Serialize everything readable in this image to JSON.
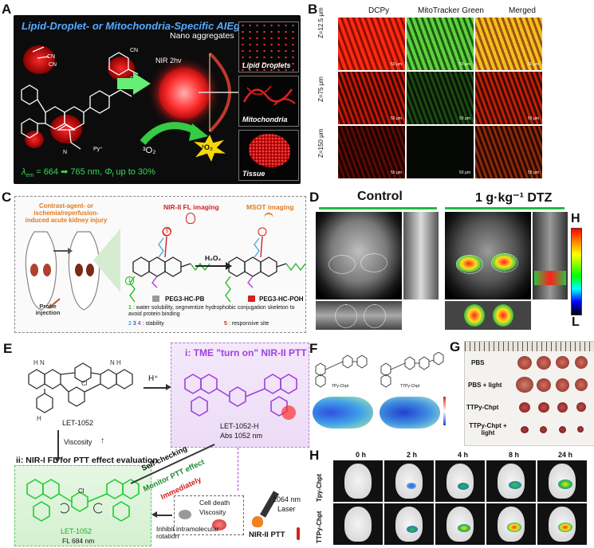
{
  "panels": {
    "A": {
      "label": "A",
      "title": "Lipid-Droplet- or Mitochondria-Specific AIEgens",
      "nano": "Nano aggregates",
      "nir": "NIR 2hv",
      "insets": [
        "Lipid Droplets",
        "Mitochondria",
        "Tissue"
      ],
      "o2": "³O₂",
      "singlet": "¹O₂",
      "lambda_prefix": "λ",
      "lambda_sub": "em",
      "lambda_text": " = 664 ➡ 765 nm, ",
      "phi_prefix": "Φ",
      "phi_sub": "f",
      "phi_text": " up to 30%"
    },
    "B": {
      "label": "B",
      "columns": [
        "DCPy",
        "MitoTracker Green",
        "Merged"
      ],
      "rows": [
        "Z=12.5 μm",
        "Z=75 μm",
        "Z=150 μm"
      ],
      "scale": "50 μm"
    },
    "C": {
      "label": "C",
      "top_text": "Contrast-agent- or ischemia/reperfusion-induced acute kidney injury",
      "nir_imaging": "NIR-II FL imaging",
      "msot_imaging": "MSOT imaging",
      "probe": "Probe injection",
      "reagent": "H₂O₂",
      "pb": "PEG3-HC-PB",
      "poh": "PEG3-HC-POH",
      "legend1": ": water solubility, segmentize hydrophobic conjugation skeleton to avoid protein binding",
      "legend2": ": stability",
      "legend3": ": responsive site",
      "n1": "1",
      "n2": "2",
      "n3": "3",
      "n4": "4",
      "n5": "5"
    },
    "D": {
      "label": "D",
      "control": "Control",
      "dtz": "1 g·kg⁻¹ DTZ",
      "bar_high": "H",
      "bar_low": "L"
    },
    "E": {
      "label": "E",
      "title_i": "i: TME \"turn on\" NIR-II PTT",
      "title_ii": "ii: NIR-I FL for PTT effect evaluation",
      "let": "LET-1052",
      "let_h": "LET-1052-H",
      "abs": "Abs 1052 nm",
      "hplus": "H⁺",
      "viscosity": "Viscosity",
      "self": "Self-checking",
      "monitor": "Monitor PTT effect",
      "immediately": "Immediately",
      "cell": "Cell death",
      "cell_visc": "Viscosity",
      "laser_nm": "1064 nm",
      "laser": "Laser",
      "ptt": "NIR-II PTT",
      "inhibit": "Inhibit intramolecular rotation",
      "fl": "FL 684 nm",
      "cl": "Cl"
    },
    "F": {
      "label": "F",
      "mol1": "TPy-Chpt",
      "mol2": "TTPy-Chpt"
    },
    "G": {
      "label": "G",
      "rows": [
        "PBS",
        "PBS + light",
        "TTPy-Chpt",
        "TTPy-Chpt + light"
      ]
    },
    "H": {
      "label": "H",
      "times": [
        "0 h",
        "2 h",
        "4 h",
        "8 h",
        "24 h"
      ],
      "rows": [
        "Tpy-Chpt",
        "TTPy-Chpt"
      ]
    }
  },
  "colors": {
    "a_bg": "#0c0c0c",
    "a_title": "#55aaff",
    "a_green": "#33dd55",
    "c_orange": "#e07a20",
    "c_red": "#d62020",
    "e_purple": "#a040e0",
    "e_green": "#22cc33"
  }
}
